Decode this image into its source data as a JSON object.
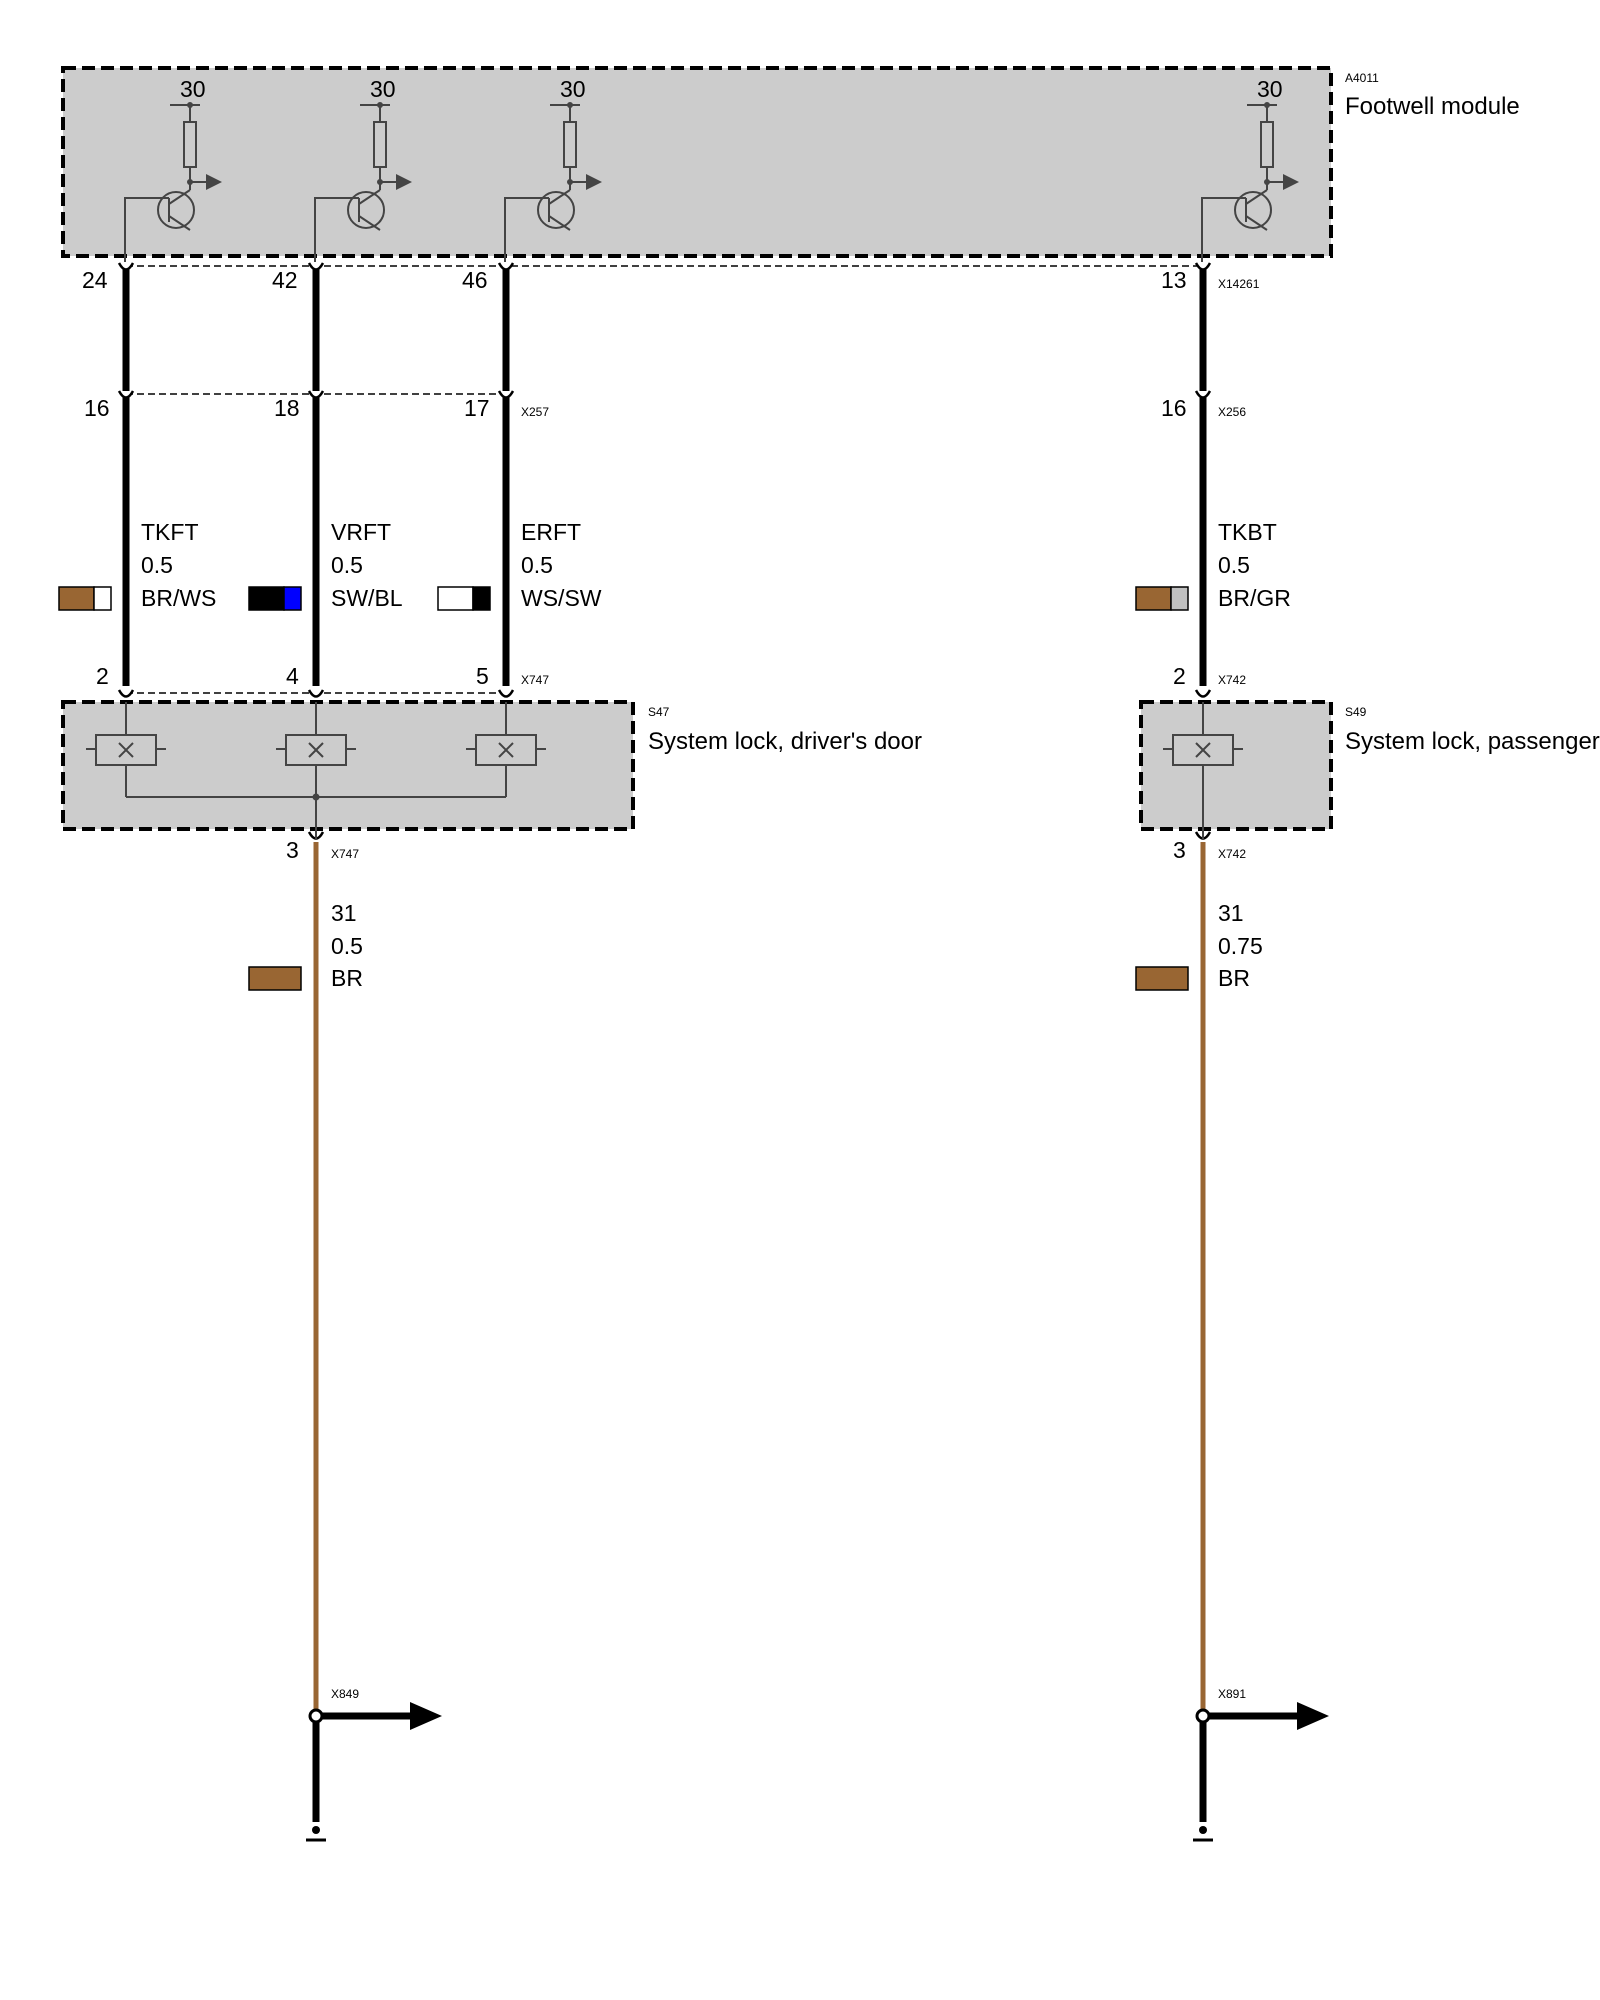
{
  "modules": {
    "footwell": {
      "code": "A4011",
      "name": "Footwell module",
      "supply_labels": [
        "30",
        "30",
        "30",
        "30"
      ],
      "pins": [
        "24",
        "42",
        "46",
        "13"
      ],
      "connector": "X14261"
    },
    "driver_lock": {
      "code": "S47",
      "name": "System lock, driver's door"
    },
    "passenger_lock": {
      "code": "S49",
      "name": "System lock, passenger's door"
    }
  },
  "connectors": {
    "x257": {
      "id": "X257",
      "pins": [
        "16",
        "18",
        "17"
      ]
    },
    "x256": {
      "id": "X256",
      "pins": [
        "16"
      ]
    },
    "x747_in": {
      "id": "X747",
      "pins": [
        "2",
        "4",
        "5"
      ]
    },
    "x742_in": {
      "id": "X742",
      "pins": [
        "2"
      ]
    },
    "x747_out": {
      "id": "X747",
      "pin": "3"
    },
    "x742_out": {
      "id": "X742",
      "pin": "3"
    },
    "x849": {
      "id": "X849"
    },
    "x891": {
      "id": "X891"
    }
  },
  "wires": [
    {
      "signal": "TKFT",
      "size": "0.5",
      "color_code": "BR/WS",
      "colors": [
        "#996633",
        "#ffffff"
      ]
    },
    {
      "signal": "VRFT",
      "size": "0.5",
      "color_code": "SW/BL",
      "colors": [
        "#000000",
        "#0000ff"
      ]
    },
    {
      "signal": "ERFT",
      "size": "0.5",
      "color_code": "WS/SW",
      "colors": [
        "#ffffff",
        "#000000"
      ]
    },
    {
      "signal": "TKBT",
      "size": "0.5",
      "color_code": "BR/GR",
      "colors": [
        "#996633",
        "#c0c0c0"
      ]
    },
    {
      "signal": "31",
      "size": "0.5",
      "color_code": "BR",
      "colors": [
        "#996633"
      ]
    },
    {
      "signal": "31",
      "size": "0.75",
      "color_code": "BR",
      "colors": [
        "#996633"
      ]
    }
  ]
}
